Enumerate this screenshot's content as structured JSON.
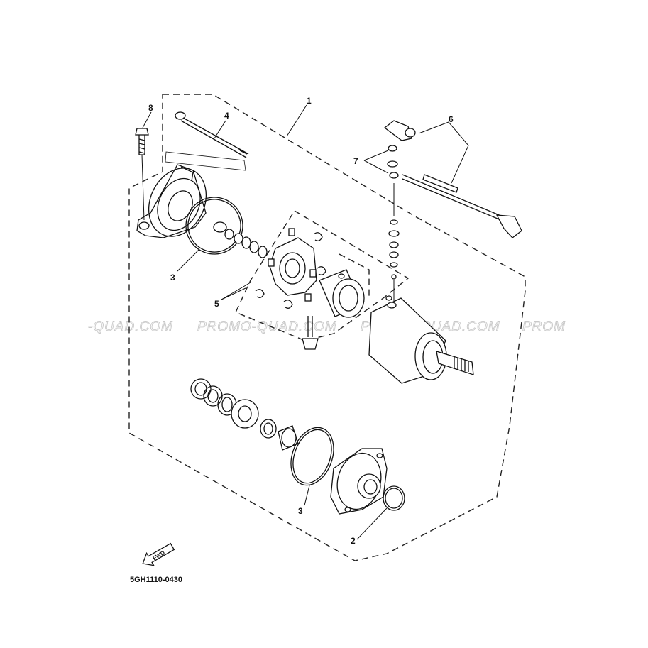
{
  "callouts": {
    "c1": "1",
    "c2": "2",
    "c3_top": "3",
    "c3_bottom": "3",
    "c4": "4",
    "c5": "5",
    "c6": "6",
    "c7": "7",
    "c8": "8"
  },
  "watermark": {
    "w1": "-QUAD.COM",
    "w2": "PROMO-QUAD.COM",
    "w3": "PROMO-QUAD.COM",
    "w4": "PROM"
  },
  "fwd_label": "FWD",
  "diagram_code": "5GH1110-0430"
}
